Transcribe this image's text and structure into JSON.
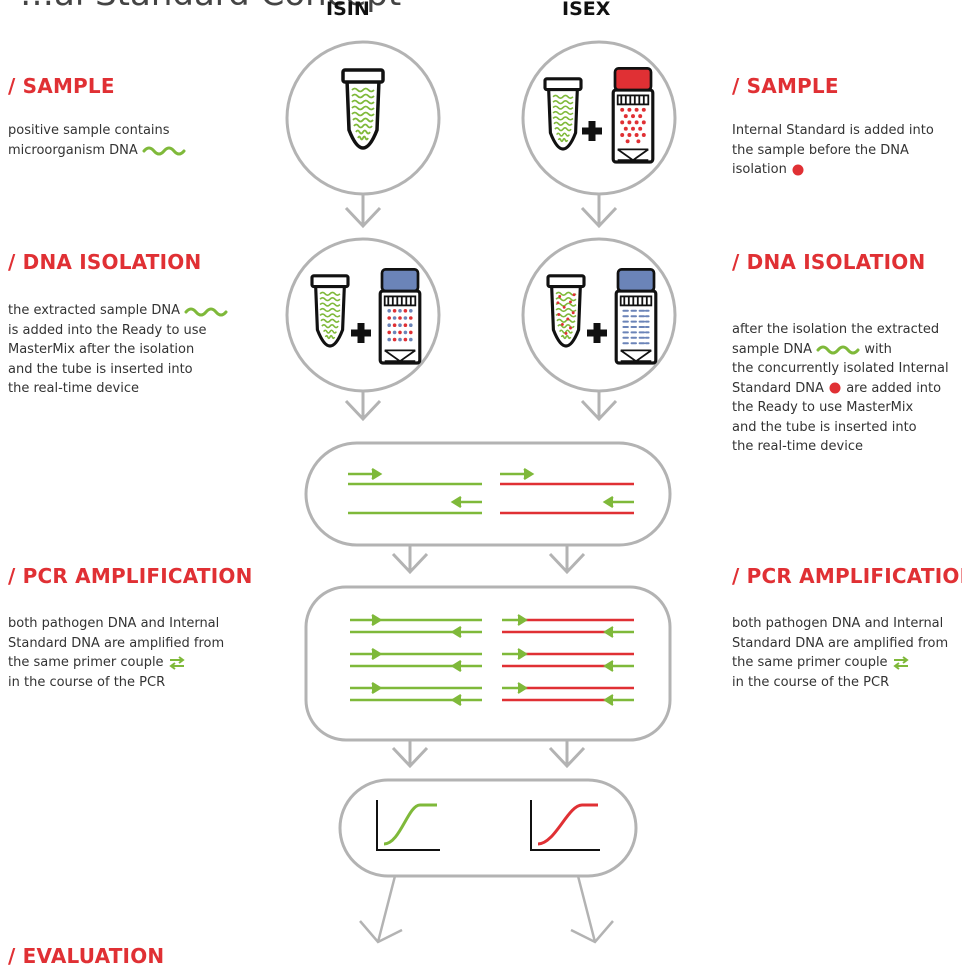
{
  "header": {
    "cut_title": "…al Standard Concept"
  },
  "columns": {
    "left": "ISIN",
    "right": "ISEX"
  },
  "left": {
    "sample": {
      "heading": "/ SAMPLE",
      "lines": [
        "positive sample contains",
        "microorganism DNA"
      ]
    },
    "isolation": {
      "heading": "/ DNA ISOLATION",
      "lines": [
        "the extracted sample DNA",
        "is added into the Ready to use",
        "MasterMix after the isolation",
        "and the tube is inserted into",
        "the real-time device"
      ]
    },
    "pcr": {
      "heading": "/ PCR AMPLIFICATION",
      "lines": [
        "both pathogen DNA and Internal",
        "Standard DNA are amplified from",
        "the same primer couple",
        "in the course of the PCR"
      ]
    },
    "evaluation": {
      "heading": "/ EVALUATION"
    }
  },
  "right": {
    "sample": {
      "heading": "/ SAMPLE",
      "lines": [
        "Internal Standard is added into",
        "the sample before the DNA",
        "isolation"
      ]
    },
    "isolation": {
      "heading": "/ DNA ISOLATION",
      "lines": [
        "after the isolation the extracted",
        "sample DNA",
        "with",
        "the concurrently isolated Internal",
        "Standard DNA",
        "are added into",
        "the Ready to use MasterMix",
        "and the tube is inserted into",
        "the real-time device"
      ]
    },
    "pcr": {
      "heading": "/ PCR AMPLIFICATION",
      "lines": [
        "both pathogen DNA and Internal",
        "Standard DNA are amplified from",
        "the same primer couple",
        "in the course of the PCR"
      ]
    }
  },
  "colors": {
    "red": "#e03034",
    "green": "#7fb93a",
    "gray": "#b3b3b3",
    "blue": "#6b84b8",
    "text": "#333333"
  }
}
